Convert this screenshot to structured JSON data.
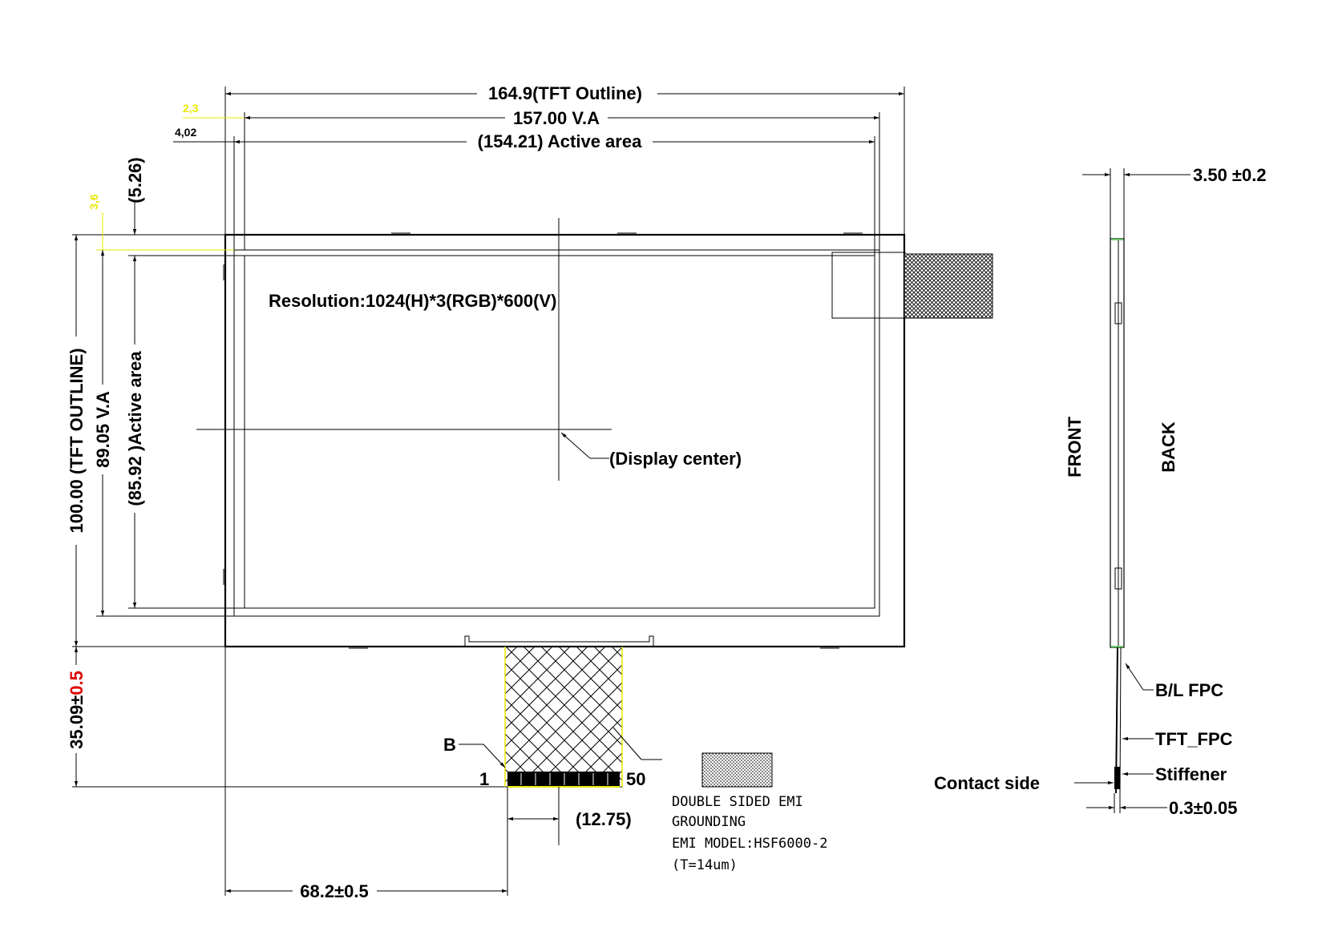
{
  "colors": {
    "line": "#000000",
    "highlight_yellow": "#e8e800",
    "tolerance_red": "#e00000",
    "background": "#ffffff"
  },
  "dims": {
    "tft_outline_w": "164.9(TFT Outline)",
    "va_w": "157.00 V.A",
    "active_w": "(154.21) Active area",
    "offset_23": "2,3",
    "offset_402": "4,02",
    "offset_36": "3,6",
    "offset_526": "(5.26)",
    "tft_outline_h": "100.00 (TFT OUTLINE)",
    "va_h": "89.05 V.A",
    "active_h": "(85.92 )Active area",
    "fpc_len_value": "35.09±",
    "fpc_len_tol": "0.5",
    "fpc_pos": "68.2±0.5",
    "fpc_width": "(12.75)",
    "thickness": "3.50 ±0.2",
    "fpc_thick": "0.3±0.05"
  },
  "labels": {
    "resolution": "Resolution:1024(H)*3(RGB)*600(V)",
    "display_center": "(Display center)",
    "pin_b": "B",
    "pin_1": "1",
    "pin_50": "50",
    "front": "FRONT",
    "back": "BACK",
    "bl_fpc": "B/L FPC",
    "tft_fpc": "TFT_FPC",
    "stiffener": "Stiffener",
    "contact_side": "Contact side"
  },
  "emi_note": {
    "line1": "DOUBLE SIDED EMI",
    "line2": "GROUNDING",
    "line3": "EMI MODEL:HSF6000-2",
    "line4": "(T=14um)"
  }
}
